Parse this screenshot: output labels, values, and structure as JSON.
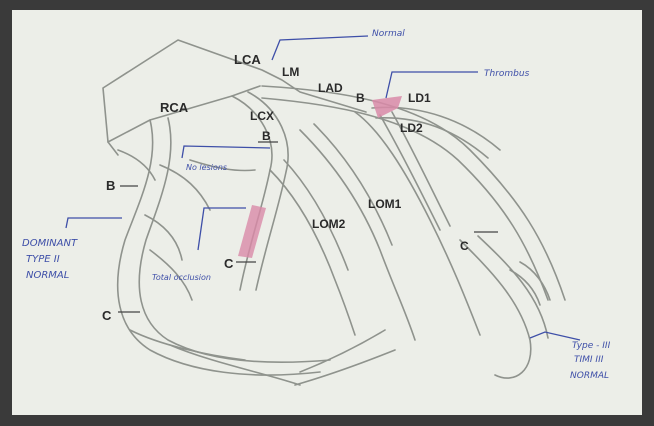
{
  "colors": {
    "paper": "#eceee8",
    "border": "#3a3a3a",
    "vessel": "#8f938d",
    "label": "#2a2a2a",
    "annotation_ink": "#3e4fa8",
    "lesion": "#d98aa8"
  },
  "labels": {
    "lca": "LCA",
    "lm": "LM",
    "lad": "LAD",
    "ld1": "LD1",
    "ld2": "LD2",
    "rca": "RCA",
    "lcx": "LCX",
    "lom1": "LOM1",
    "lom2": "LOM2",
    "b_lad": "B",
    "b_lcx": "B",
    "b_rca": "B",
    "c_lcx": "C",
    "c_rca": "C",
    "c_lad": "C"
  },
  "annotations": {
    "top_right_1": "Normal",
    "top_right_2": "Thrombus",
    "mid": "No lesions",
    "left_line1": "DOMINANT",
    "left_line2": "TYPE II",
    "left_line3": "NORMAL",
    "center_bottom": "Total occlusion",
    "right_line1": "Type - III",
    "right_line2": "TIMI III",
    "right_line3": "NORMAL"
  }
}
